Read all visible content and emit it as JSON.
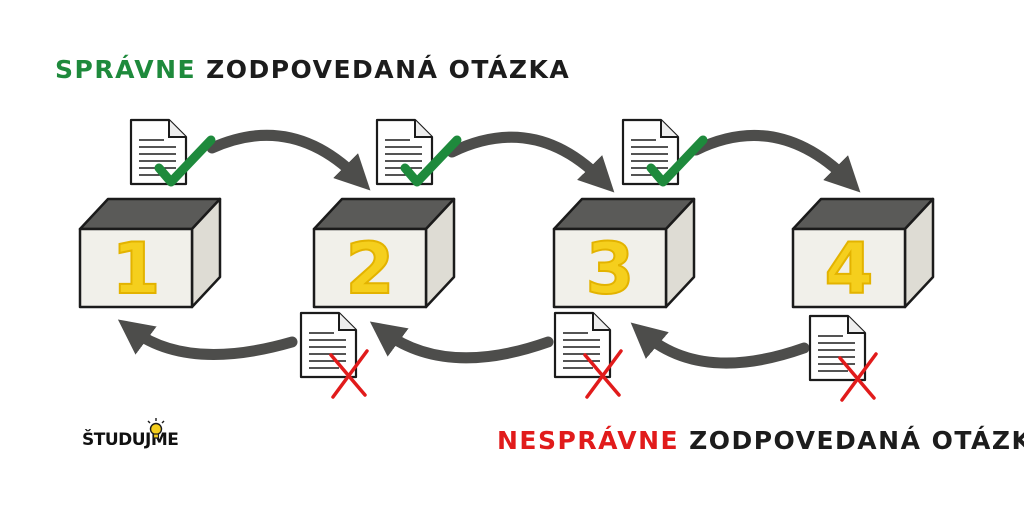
{
  "colors": {
    "correct": "#1e8a3c",
    "incorrect": "#e11b1b",
    "number_fill": "#f5cf1d",
    "number_stroke": "#e3b300",
    "arrow": "#4d4d4b",
    "box_side": "#f1f0ea",
    "box_inside": "#5a5a58",
    "outline": "#1b1b1b"
  },
  "headings": {
    "correct": {
      "accent": "SPRÁVNE",
      "rest": "ZODPOVEDANÁ OTÁZKA"
    },
    "incorrect": {
      "accent": "NESPRÁVNE",
      "rest": "ZODPOVEDANÁ OTÁZKA"
    }
  },
  "boxes": [
    "1",
    "2",
    "3",
    "4"
  ],
  "icons": {
    "top_document": "document-check-icon",
    "bottom_document": "document-cross-icon",
    "lightbulb": "lightbulb-icon"
  },
  "logo": {
    "text": "ŠTUDUJME"
  }
}
